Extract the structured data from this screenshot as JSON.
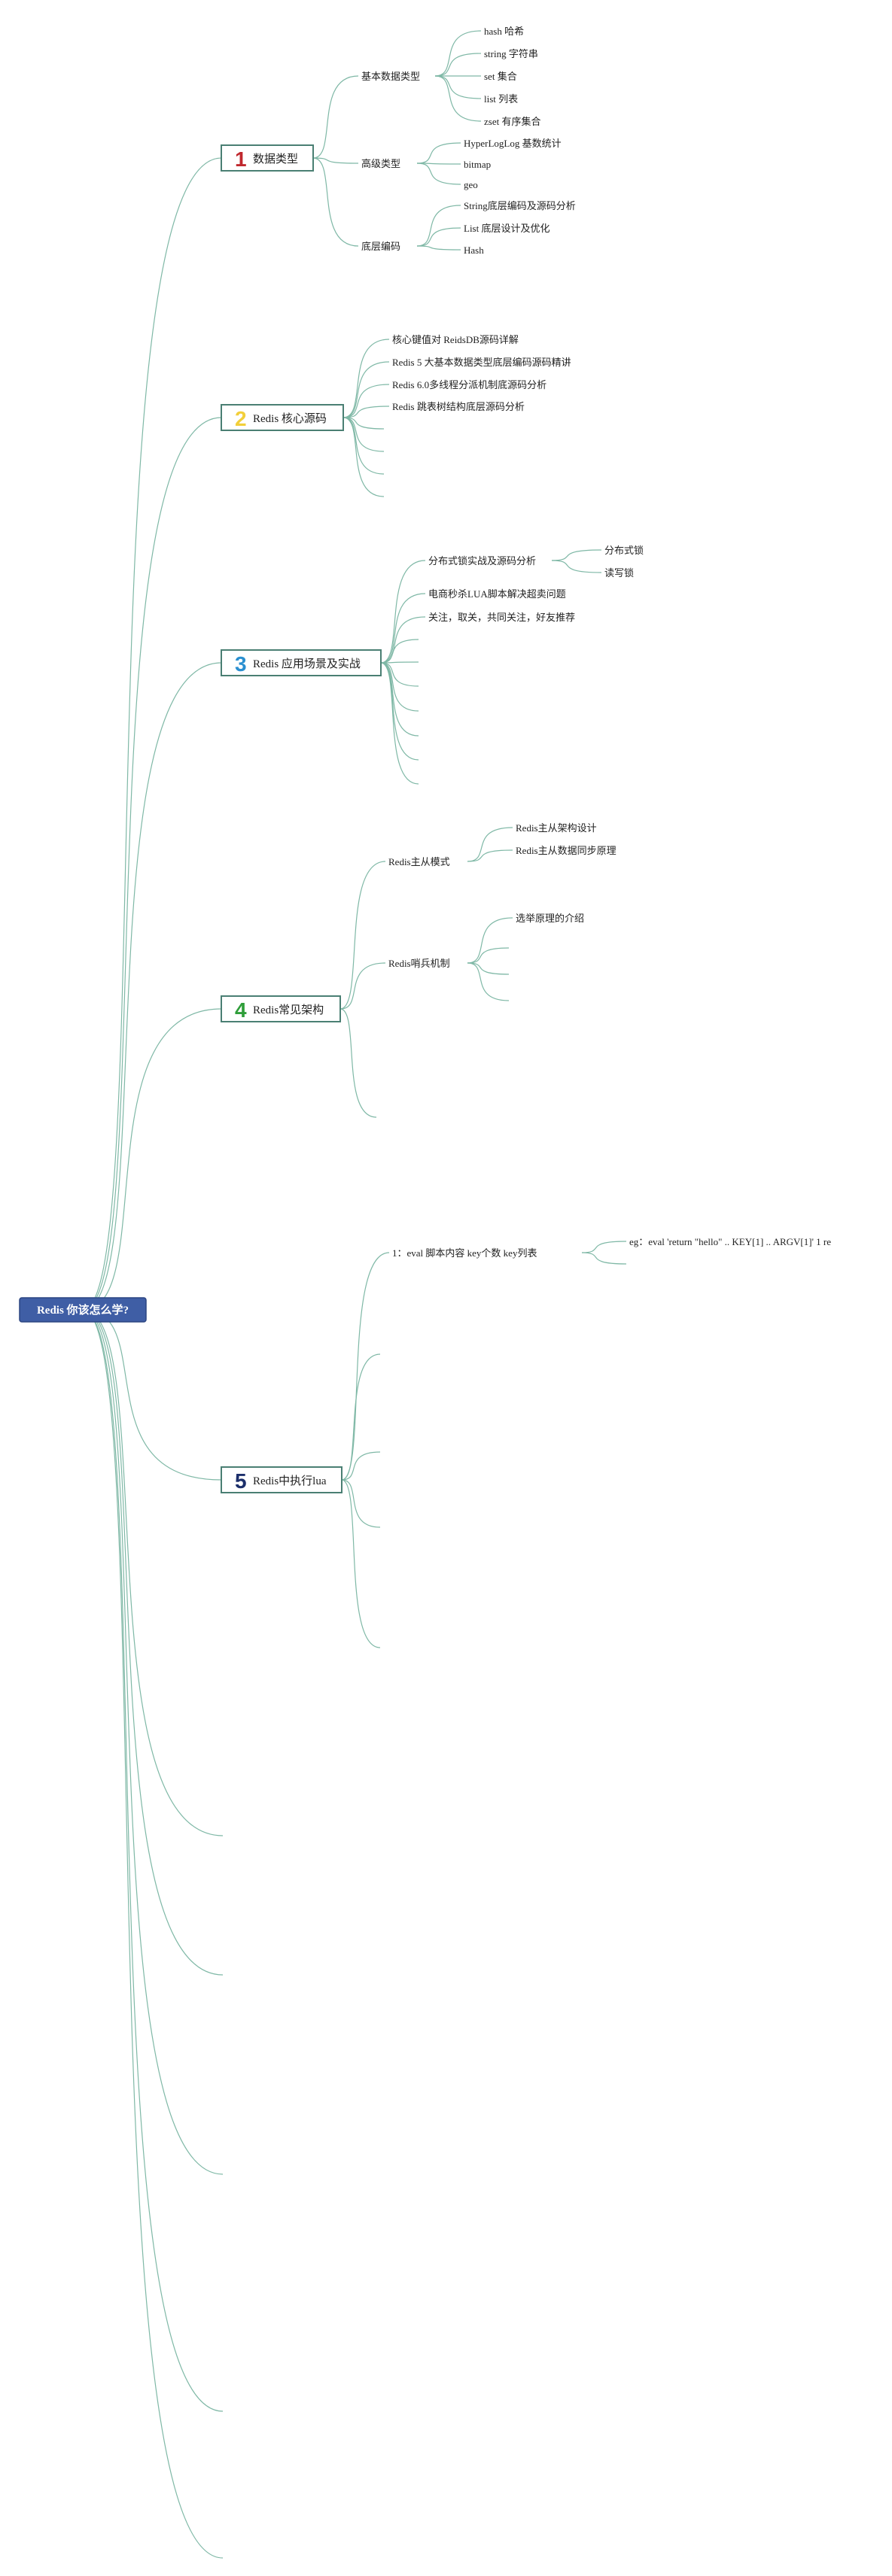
{
  "root": {
    "label": "Redis 你该怎么学?"
  },
  "colors": {
    "edge": "#7fb8a6",
    "root_fill": "#3f5ea5",
    "topic_border": "#4a7f73",
    "num1": "#c0282e",
    "num2": "#f2cf3a",
    "num3": "#2a8fd0",
    "num4": "#2f9e3a",
    "num5": "#1c2f6b"
  },
  "topics": [
    {
      "num": "1",
      "label": "数据类型",
      "color_key": "num1",
      "groups": [
        {
          "label": "基本数据类型",
          "items": [
            "hash 哈希",
            "string 字符串",
            "set 集合",
            "list 列表",
            "zset 有序集合"
          ]
        },
        {
          "label": "高级类型",
          "items": [
            "HyperLogLog 基数统计",
            "bitmap",
            "geo"
          ]
        },
        {
          "label": "底层编码",
          "items": [
            "String底层编码及源码分析",
            "List 底层设计及优化",
            "Hash"
          ]
        }
      ]
    },
    {
      "num": "2",
      "label": "Redis 核心源码",
      "color_key": "num2",
      "items": [
        "核心键值对 ReidsDB源码详解",
        "Redis 5 大基本数据类型底层编码源码精讲",
        "Redis 6.0多线程分派机制底源码分析",
        "Redis 跳表树结构底层源码分析"
      ]
    },
    {
      "num": "3",
      "label": "Redis 应用场景及实战",
      "color_key": "num3",
      "groups": [
        {
          "label": "分布式锁实战及源码分析",
          "items": [
            "分布式锁",
            "读写锁"
          ]
        }
      ],
      "items": [
        "电商秒杀LUA脚本解决超卖问题",
        "关注，取关，共同关注，好友推荐"
      ]
    },
    {
      "num": "4",
      "label": "Redis常见架构",
      "color_key": "num4",
      "groups": [
        {
          "label": "Redis主从模式",
          "items": [
            "Redis主从架构设计",
            "Redis主从数据同步原理"
          ]
        },
        {
          "label": "Redis哨兵机制",
          "items": [
            "选举原理的介绍"
          ]
        }
      ]
    },
    {
      "num": "5",
      "label": "Redis中执行lua",
      "color_key": "num5",
      "groups": [
        {
          "label": "1：eval   脚本内容   key个数   key列表",
          "items": [
            "eg：eval 'return \"hello\" .. KEY[1] .. ARGV[1]' 1 re"
          ]
        }
      ]
    }
  ]
}
